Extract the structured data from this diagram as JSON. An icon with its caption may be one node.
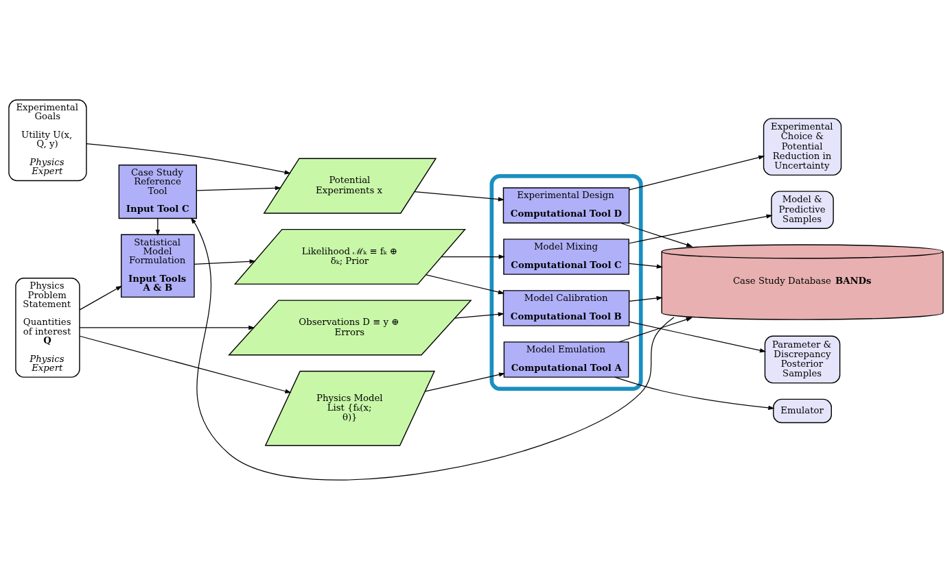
{
  "diagram": {
    "nodes": [
      {
        "text": [
          "Physics Problem Statement",
          "Quantities of interest **Q**",
          "Physics Expert"
        ]
      },
      {
        "text": [
          "Experimental Goals",
          "Utility U(x, Q, y)",
          "Physics Expert"
        ]
      },
      {
        "text": [
          "Statistical Model Formulation",
          "Input Tools A & B"
        ]
      },
      {
        "text": [
          "Case Study Reference Tool",
          "Input Tool C"
        ]
      },
      {
        "text": [
          "Physics Model List {fₖ(x; θ)}"
        ]
      },
      {
        "text": [
          "Observations D ≡ y ⊕ Errors"
        ]
      },
      {
        "text": [
          "Likelihood ℳₖ ≡ fₖ ⊕ δₖ; Prior"
        ]
      },
      {
        "text": [
          "Potential Experiments x"
        ]
      },
      {
        "text": [],
        "shape": "box"
      },
      {
        "text": [
          "Model Emulation",
          "Computational Tool A"
        ],
        "in": 8
      },
      {
        "text": [
          "Model Calibration",
          "Computational Tool B"
        ],
        "in": 8
      },
      {
        "text": [
          "Model Mixing",
          "Computational Tool C"
        ],
        "in": 8
      },
      {
        "text": [
          "Experimental Design",
          "Computational Tool D"
        ],
        "in": 8
      },
      {
        "text": [
          "Emulator"
        ]
      },
      {
        "text": [
          "Parameter & Discrepancy Posterior Samples"
        ]
      },
      {
        "text": [
          "Model & Predictive Samples"
        ]
      },
      {
        "text": [
          "Experimental Choice & Potential Reduction in Uncertainty"
        ]
      },
      {
        "text": [
          "Case Study Database **BANDs**"
        ]
      }
    ],
    "edges": [
      {
        "from": 0,
        "to": 4,
        "arrow": "to"
      },
      {
        "from": 0,
        "to": 5,
        "arrow": "to"
      },
      {
        "from": 0,
        "to": 2,
        "arrow": "to"
      },
      {
        "from": 1,
        "to": 7,
        "arrow": "to"
      },
      {
        "from": 3,
        "to": 2,
        "arrow": "to"
      },
      {
        "from": 3,
        "to": 7,
        "arrow": "to"
      },
      {
        "from": 2,
        "to": 6,
        "arrow": "to"
      },
      {
        "from": 4,
        "to": 9,
        "arrow": "to"
      },
      {
        "from": 5,
        "to": 10,
        "arrow": "to"
      },
      {
        "from": 6,
        "to": 10,
        "arrow": "to"
      },
      {
        "from": 6,
        "to": 11,
        "arrow": "to"
      },
      {
        "from": 7,
        "to": 12,
        "arrow": "to"
      },
      {
        "from": 9,
        "to": 13,
        "arrow": "to"
      },
      {
        "from": 10,
        "to": 14,
        "arrow": "to"
      },
      {
        "from": 11,
        "to": 15,
        "arrow": "to"
      },
      {
        "from": 12,
        "to": 16,
        "arrow": "to"
      },
      {
        "from": 9,
        "to": 17,
        "arrow": "to"
      },
      {
        "from": 10,
        "to": 17,
        "arrow": "to"
      },
      {
        "from": 11,
        "to": 17,
        "arrow": "to"
      },
      {
        "from": 12,
        "to": 17,
        "arrow": "to"
      },
      {
        "from": 17,
        "to": 3,
        "arrow": "to"
      }
    ]
  }
}
